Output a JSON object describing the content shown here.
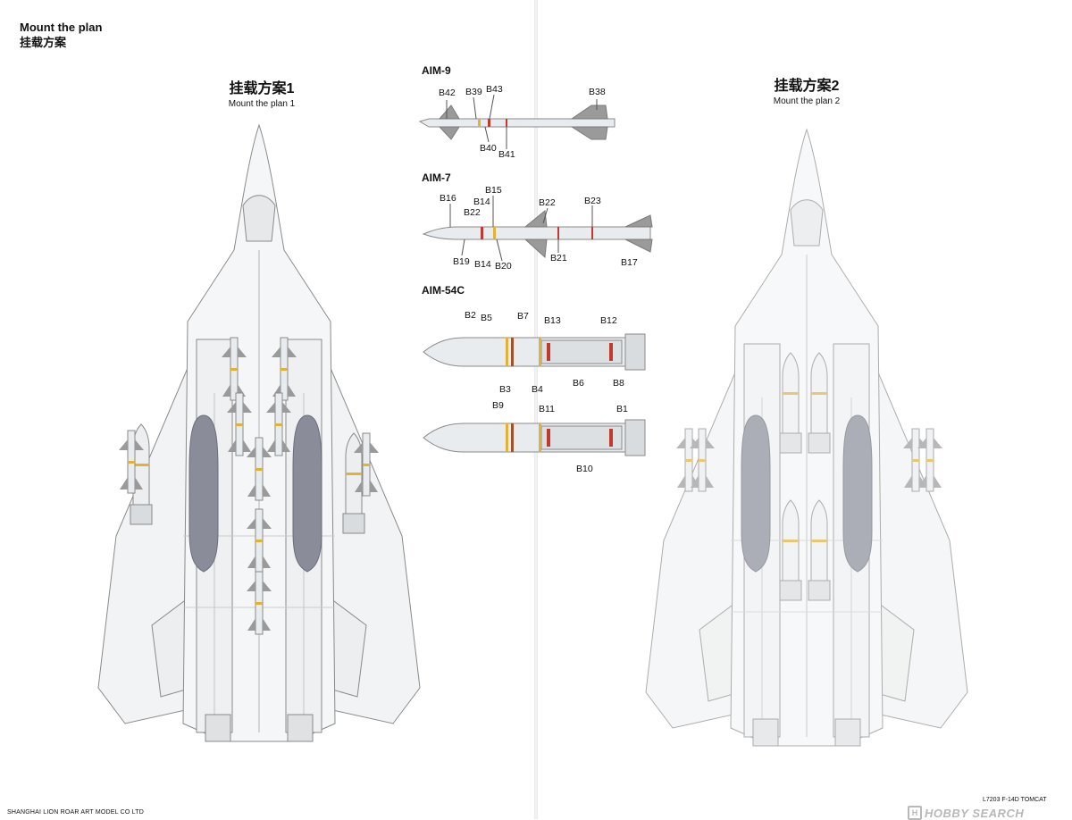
{
  "header": {
    "title_en": "Mount the plan",
    "title_zh": "挂载方案"
  },
  "plans": [
    {
      "zh": "挂载方案1",
      "en": "Mount the plan 1"
    },
    {
      "zh": "挂载方案2",
      "en": "Mount the plan 2"
    }
  ],
  "missiles": {
    "aim9": {
      "name": "AIM-9",
      "callouts": [
        "B42",
        "B39",
        "B43",
        "B38",
        "B40",
        "B41"
      ]
    },
    "aim7": {
      "name": "AIM-7",
      "callouts": [
        "B16",
        "B15",
        "B14",
        "B22",
        "B22",
        "B23",
        "B19",
        "B14",
        "B20",
        "B21",
        "B17"
      ]
    },
    "aim54": {
      "name": "AIM-54C",
      "callouts": [
        "B2",
        "B5",
        "B7",
        "B13",
        "B12",
        "B3",
        "B4",
        "B6",
        "B8",
        "B9",
        "B11",
        "B1",
        "B10"
      ]
    }
  },
  "footer": {
    "company": "SHANGHAI LION ROAR ART MODEL CO LTD",
    "product": "L7203 F-14D TOMCAT",
    "watermark": "HOBBY SEARCH"
  },
  "icons": [
    "plane-plan1-illustration",
    "plane-plan2-illustration",
    "aim9-missile-illustration",
    "aim7-missile-illustration",
    "aim54-missile-illustration",
    "hobby-search-logo-icon"
  ],
  "colors": {
    "fuel_tank": "#8a8c9a",
    "missile_body": "#e9ecef",
    "line": "#8a8a8a",
    "stripe_yellow": "#e0b23a",
    "stripe_red": "#c0392b",
    "stripe_brown": "#a0522d"
  }
}
